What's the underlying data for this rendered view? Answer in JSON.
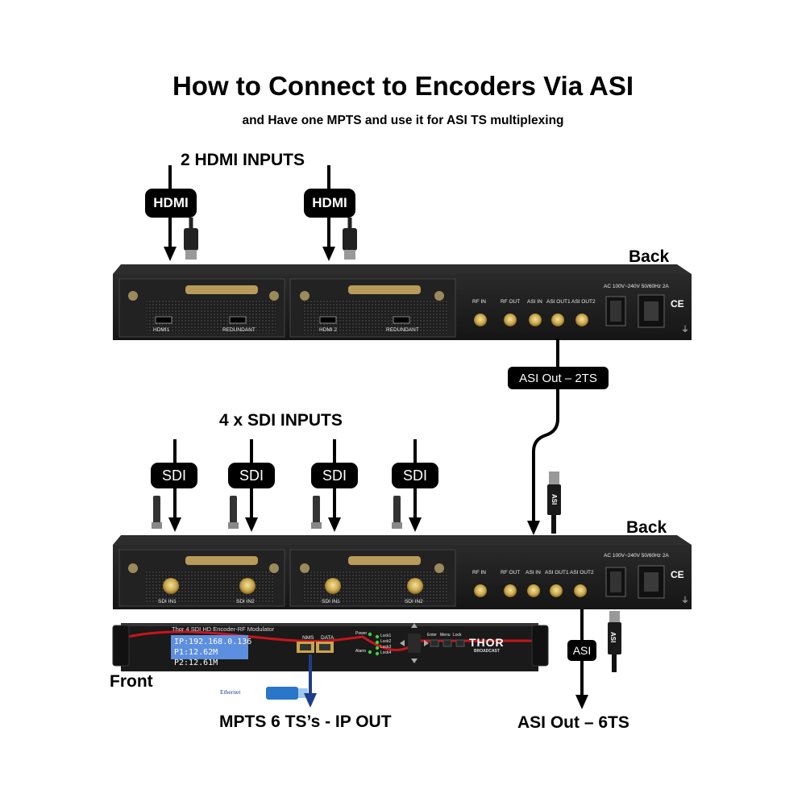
{
  "title": "How to Connect to Encoders Via ASI",
  "subtitle": "and Have one MPTS and use it for ASI TS multiplexing",
  "top_section": {
    "heading": "2 HDMI INPUTS",
    "cable_label": "HDMI",
    "panel_label": "Back",
    "card1_ports": [
      "HDMI1",
      "REDUNDANT"
    ],
    "card2_ports": [
      "HDMI 2",
      "REDUNDANT"
    ],
    "rf_ports": [
      "RF IN",
      "RF OUT",
      "ASI IN",
      "ASI OUT1",
      "ASI OUT2"
    ],
    "power_label": "AC 100V~240V 50/60Hz 2A",
    "ce_mark": "CE",
    "asi_link_label": "ASI Out – 2TS"
  },
  "bottom_section": {
    "heading": "4 x SDI INPUTS",
    "cable_label": "SDI",
    "panel_label": "Back",
    "card1_ports": [
      "SDI IN1",
      "SDI IN2"
    ],
    "card2_ports": [
      "SDI IN1",
      "SDI IN2"
    ],
    "rf_ports": [
      "RF IN",
      "RF OUT",
      "ASI IN",
      "ASI OUT1",
      "ASI OUT2"
    ],
    "power_label": "AC 100V~240V 50/60Hz 2A",
    "ce_mark": "CE",
    "asi_connector_label": "ASI",
    "asi_out_cable_label": "ASI"
  },
  "front_panel": {
    "label": "Front",
    "model": "Thor 4 SDI HD Encoder-RF Modulator",
    "lcd_line1": "IP:192.168.0.136",
    "lcd_line2": "P1:12.62M P2:12.61M",
    "port_labels": [
      "NMS",
      "DATA"
    ],
    "leds": [
      "Power",
      "Lock1",
      "Lock2",
      "Lock3",
      "Alarm",
      "Lock4"
    ],
    "buttons": [
      "Enter",
      "Menu",
      "Lock"
    ],
    "brand": "THOR",
    "brand_sub": "BROADCAST",
    "ethernet_label": "Ethernet"
  },
  "outputs": {
    "ip_out": "MPTS 6 TS’s - IP OUT",
    "asi_out": "ASI Out – 6TS"
  },
  "colors": {
    "panel": "#1c1c1c",
    "lcd": "#5d8fe0",
    "red_stripe": "#c8141c",
    "ethernet_cable": "#2a76c8",
    "ip_arrow": "#1d3e8a",
    "led": "#3fcf3f"
  }
}
